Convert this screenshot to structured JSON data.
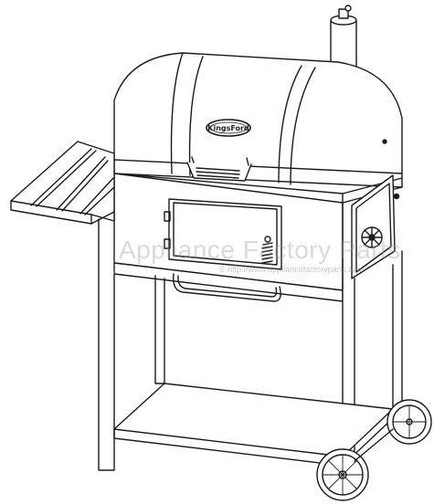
{
  "diagram": {
    "logo": {
      "text": "KingsFord"
    },
    "watermark": {
      "main": "Appliance Factory Parts",
      "sub": "© http://www.appliancefactoryparts.com"
    }
  }
}
